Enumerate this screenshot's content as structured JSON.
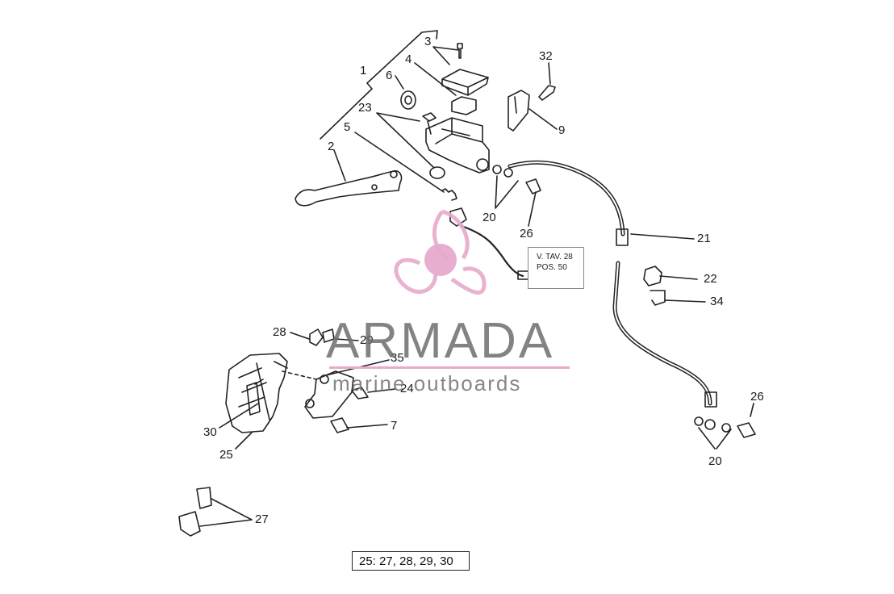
{
  "diagram": {
    "labels": {
      "l1": "1",
      "l2": "2",
      "l3": "3",
      "l4": "4",
      "l5": "5",
      "l6": "6",
      "l7": "7",
      "l9": "9",
      "l20a": "20",
      "l20b": "20",
      "l21": "21",
      "l22": "22",
      "l23": "23",
      "l24": "24",
      "l25": "25",
      "l26a": "26",
      "l26b": "26",
      "l27": "27",
      "l28": "28",
      "l29": "29",
      "l30": "30",
      "l32": "32",
      "l34": "34",
      "l35": "35"
    },
    "reference_box": {
      "line1": "V. TAV. 28",
      "line2": "POS. 50"
    },
    "kit_formula": "25:  27, 28, 29,  30"
  },
  "watermark": {
    "title": "ARMADA",
    "subtitle": "marine outboards",
    "accent_color": "#e7aacd",
    "text_color": "#6e6e6e"
  }
}
